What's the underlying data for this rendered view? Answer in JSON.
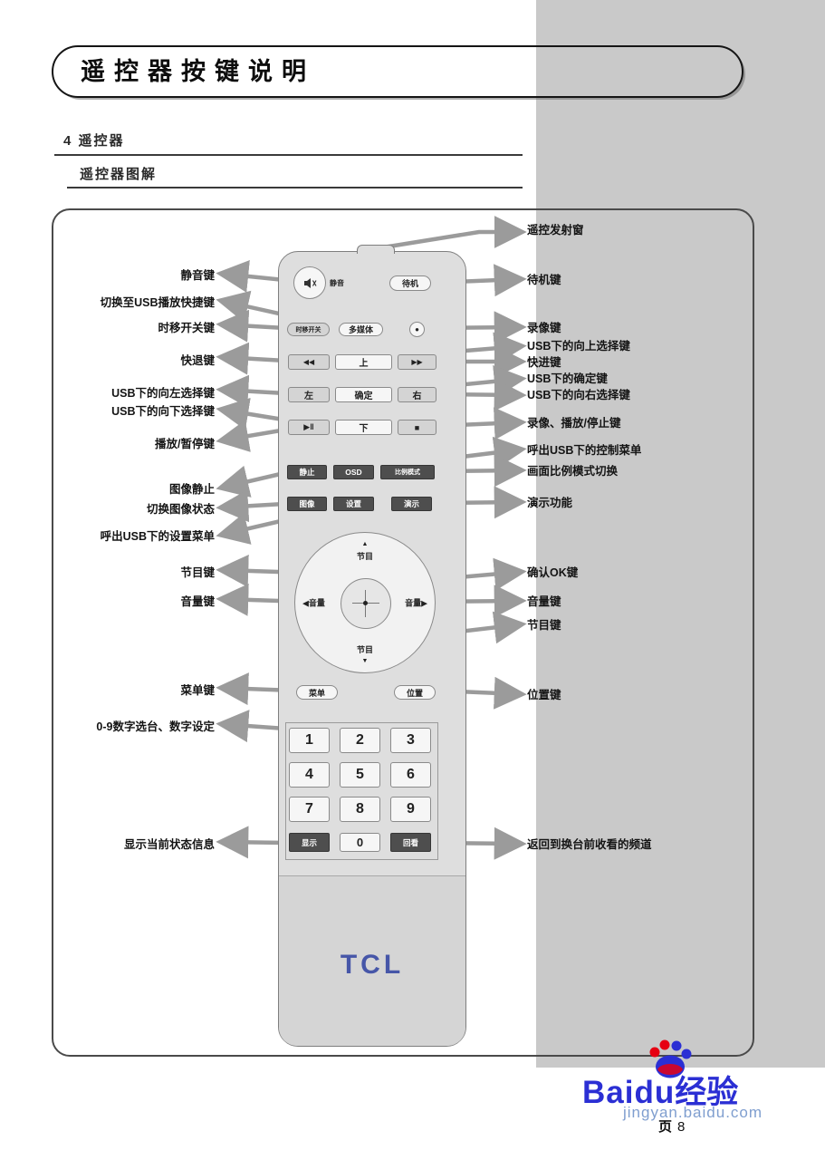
{
  "page": {
    "title": "遥控器按键说明",
    "section": "4  遥控器",
    "subsection": "遥控器图解",
    "footer_label": "页",
    "footer_number": "8"
  },
  "watermark": {
    "brand": "Baidu",
    "brand_suffix": "经验",
    "url": "jingyan.baidu.com"
  },
  "colors": {
    "band_gray": "#c9c9c9",
    "tcl_blue": "#4656a8",
    "baidu_blue": "#2b2fd4",
    "baidu_red": "#e60012",
    "url_color": "#7f9ecf"
  },
  "remote": {
    "brand": "TCL",
    "buttons": {
      "mute": "静音",
      "standby": "待机",
      "timeshift": "时移开关",
      "multimedia": "多媒体",
      "record_symbol": "●",
      "rewind": "◀◀",
      "up": "上",
      "forward": "▶▶",
      "left": "左",
      "confirm": "确定",
      "right": "右",
      "play_pause": "▶‖",
      "down": "下",
      "stop_square": "■",
      "freeze": "静止",
      "osd": "OSD",
      "ratio": "比例模式",
      "picture": "图像",
      "setup": "设置",
      "demo": "演示",
      "prog": "节目",
      "arrow_up": "▲",
      "arrow_down": "▼",
      "vol_left": "◀音量",
      "vol_right": "音量▶",
      "menu": "菜单",
      "position": "位置",
      "digits": [
        "1",
        "2",
        "3",
        "4",
        "5",
        "6",
        "7",
        "8",
        "9"
      ],
      "display": "显示",
      "zero": "0",
      "recall": "回看"
    }
  },
  "labels_left": [
    "静音键",
    "切换至USB播放快捷键",
    "时移开关键",
    "快退键",
    "USB下的向左选择键",
    "USB下的向下选择键",
    "播放/暂停键",
    "图像静止",
    "切换图像状态",
    "呼出USB下的设置菜单",
    "节目键",
    "音量键",
    "菜单键",
    "0-9数字选台、数字设定",
    "显示当前状态信息"
  ],
  "labels_right": [
    "遥控发射窗",
    "待机键",
    "录像键",
    "USB下的向上选择键",
    "快进键",
    "USB下的确定键",
    "USB下的向右选择键",
    "录像、播放/停止键",
    "呼出USB下的控制菜单",
    "画面比例模式切换",
    "演示功能",
    "确认OK键",
    "音量键",
    "节目键",
    "位置键",
    "返回到换台前收看的频道"
  ]
}
